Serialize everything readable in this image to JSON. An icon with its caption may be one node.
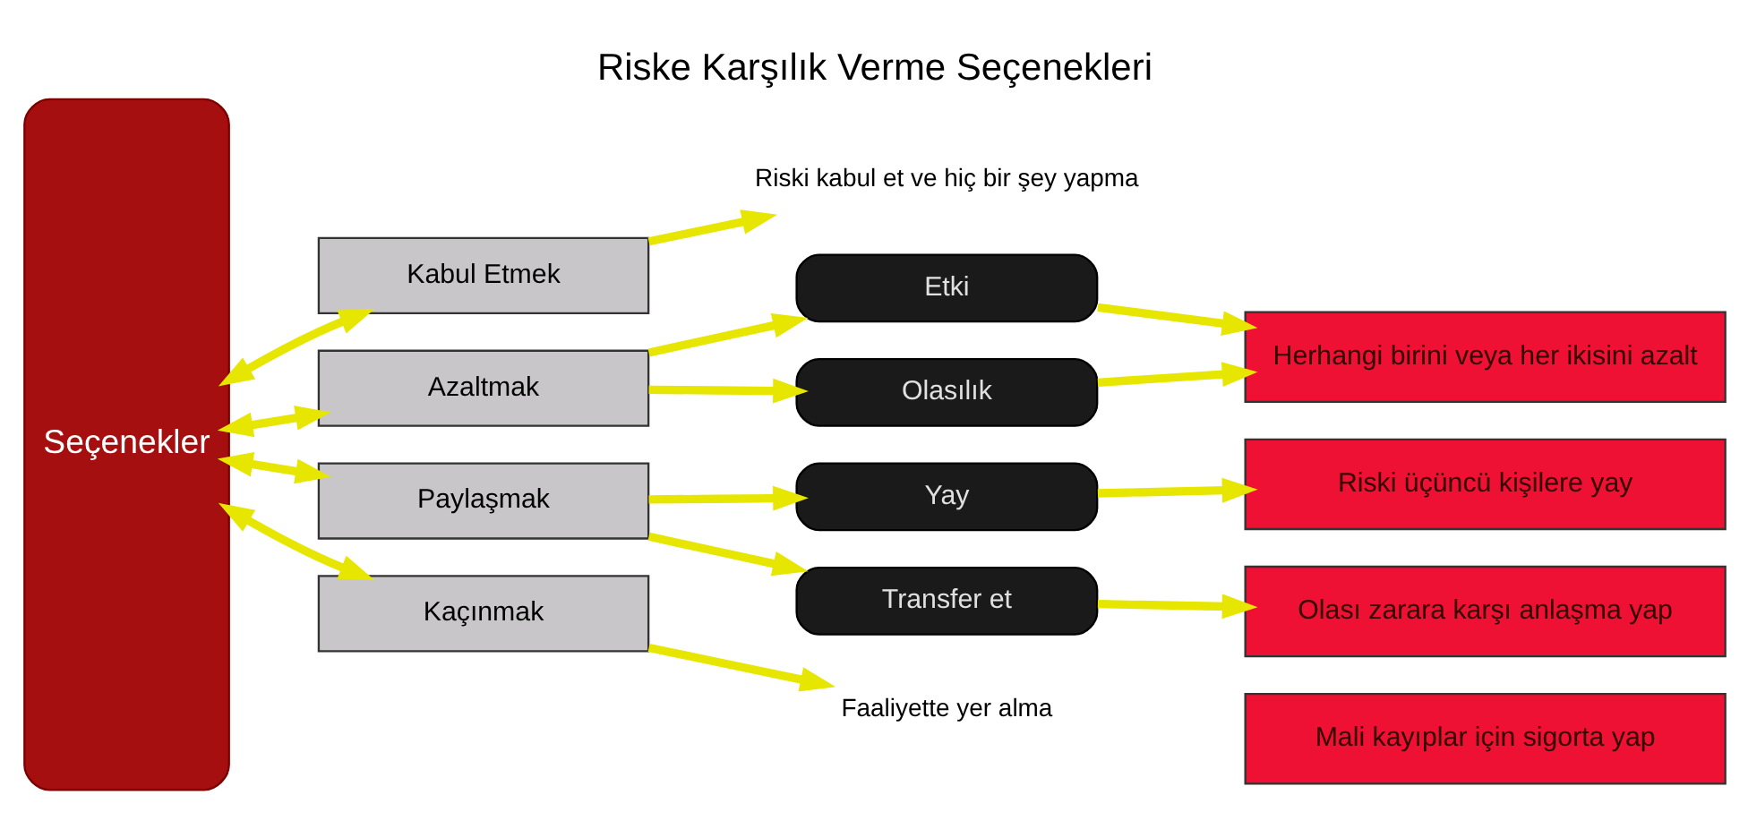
{
  "diagram": {
    "title": "Riske Karşılık Verme Seçenekleri",
    "nodes": [
      {
        "text": [
          "Seçenekler"
        ]
      },
      {
        "text": [
          "Kabul Etmek"
        ]
      },
      {
        "text": [
          "Azaltmak"
        ]
      },
      {
        "text": [
          "Paylaşmak"
        ]
      },
      {
        "text": [
          "Kaçınmak"
        ]
      },
      {
        "text": [
          "Riski kabul et ve hiç bir şey yapma"
        ]
      },
      {
        "text": [
          "Etki"
        ]
      },
      {
        "text": [
          "Olasılık"
        ]
      },
      {
        "text": [
          "Yay"
        ]
      },
      {
        "text": [
          "Transfer et"
        ]
      },
      {
        "text": [
          "Faaliyette yer alma"
        ]
      },
      {
        "text": [
          "Herhangi birini veya her ikisini azalt"
        ]
      },
      {
        "text": [
          "Riski üçüncü kişilere yay"
        ]
      },
      {
        "text": [
          "Olası zarara karşı anlaşma yap"
        ]
      },
      {
        "text": [
          "Mali kayıplar için sigorta yap"
        ]
      }
    ],
    "edges": [
      {
        "from": 0,
        "to": 1,
        "arrow": "both"
      },
      {
        "from": 0,
        "to": 2,
        "arrow": "both"
      },
      {
        "from": 0,
        "to": 3,
        "arrow": "both"
      },
      {
        "from": 0,
        "to": 4,
        "arrow": "both"
      },
      {
        "from": 1,
        "to": 5,
        "arrow": "to"
      },
      {
        "from": 2,
        "to": 6,
        "arrow": "to"
      },
      {
        "from": 2,
        "to": 7,
        "arrow": "to"
      },
      {
        "from": 3,
        "to": 8,
        "arrow": "to"
      },
      {
        "from": 3,
        "to": 9,
        "arrow": "to"
      },
      {
        "from": 4,
        "to": 10,
        "arrow": "to"
      },
      {
        "from": 6,
        "to": 11,
        "arrow": "to"
      },
      {
        "from": 7,
        "to": 11,
        "arrow": "to"
      },
      {
        "from": 8,
        "to": 12,
        "arrow": "to"
      },
      {
        "from": 9,
        "to": 13,
        "arrow": "to"
      }
    ]
  }
}
